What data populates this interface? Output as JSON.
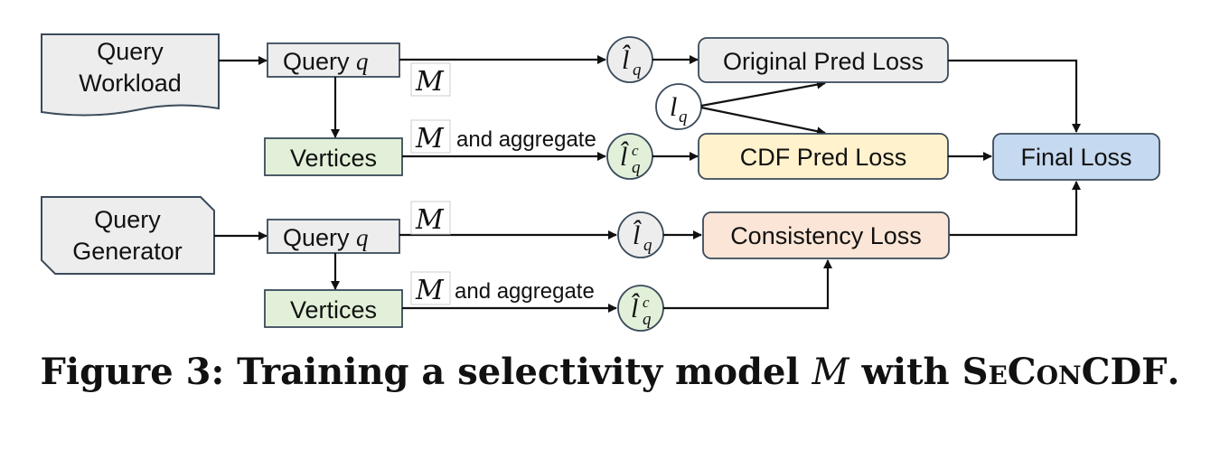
{
  "nodes": {
    "query_workload": [
      "Query",
      "Workload"
    ],
    "query_generator": [
      "Query",
      "Generator"
    ],
    "query_q_1": {
      "text": "Query ",
      "var": "q"
    },
    "query_q_2": {
      "text": "Query ",
      "var": "q"
    },
    "vertices_1": "Vertices",
    "vertices_2": "Vertices",
    "original_pred_loss": "Original Pred Loss",
    "cdf_pred_loss": "CDF Pred Loss",
    "consistency_loss": "Consistency Loss",
    "final_loss": "Final Loss",
    "lq": "l",
    "lq_sub": "q",
    "lhat_q": "l̂",
    "lhat_q_c_sup": "c"
  },
  "edge_labels": {
    "model_symbol": "M",
    "and_aggregate": "and aggregate"
  },
  "caption": {
    "prefix": "Figure 3: Training a selectivity model ",
    "model": "M",
    "middle": " with ",
    "name": "SeConCDF",
    "suffix": "."
  },
  "colors": {
    "gray_box": "#ededed",
    "green_box": "#e2f0d9",
    "orange_box": "#fff2cc",
    "pink_box": "#fbe5d6",
    "blue_box": "#c5d9f0",
    "node_border": "#3a4a5a"
  }
}
